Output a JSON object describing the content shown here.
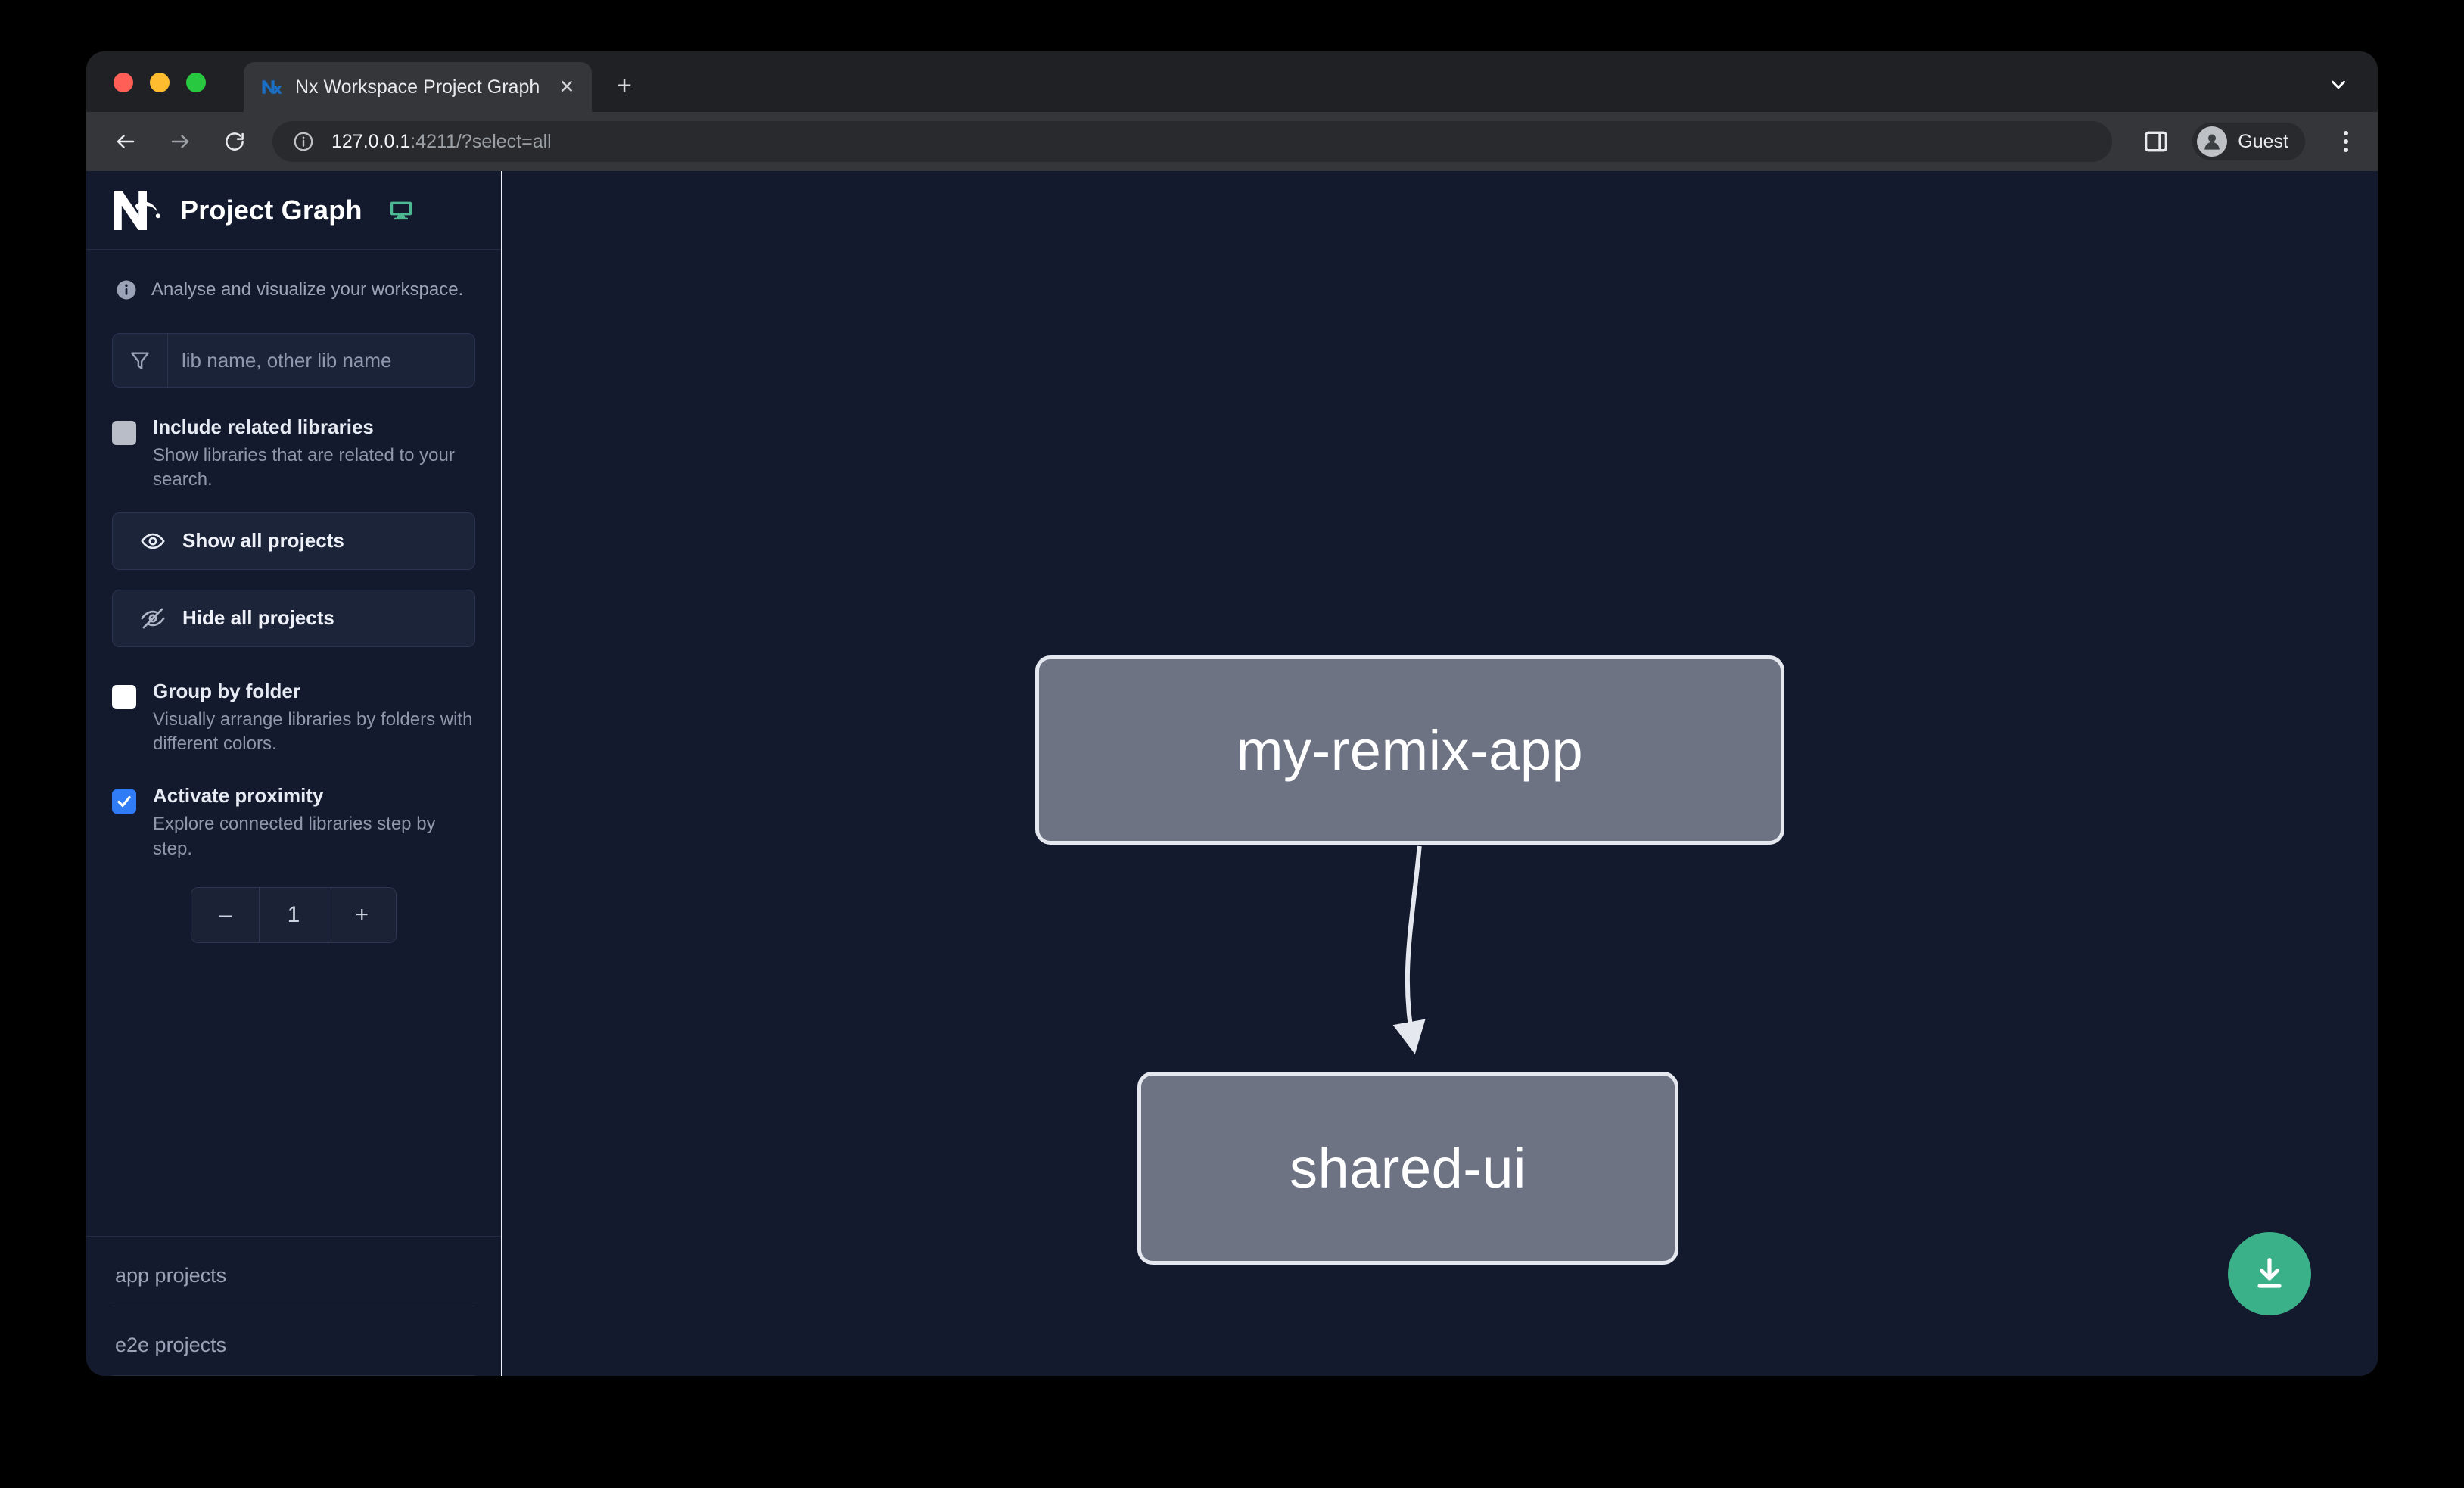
{
  "browser": {
    "tab": {
      "title": "Nx Workspace Project Graph",
      "favicon": "nx-logo-icon",
      "close_label": "✕"
    },
    "new_tab_label": "+",
    "toolbar": {
      "back_icon": "arrow-left-icon",
      "forward_icon": "arrow-right-icon",
      "reload_icon": "reload-icon",
      "site_info_icon": "info-circle-icon",
      "url_host": "127.0.0.1",
      "url_rest": ":4211/?select=all",
      "side_panel_icon": "side-panel-icon",
      "profile_label": "Guest",
      "menu_icon": "three-dots-vertical-icon"
    },
    "tab_search_icon": "chevron-down-icon"
  },
  "sidebar": {
    "logo": "nx-logo-icon",
    "title": "Project Graph",
    "display_mode_icon": "monitor-icon",
    "tagline": {
      "icon": "info-icon",
      "text": "Analyse and visualize your workspace."
    },
    "filter": {
      "icon": "funnel-icon",
      "placeholder": "lib name, other lib name",
      "value": ""
    },
    "options": [
      {
        "id": "include-related-libraries",
        "label": "Include related libraries",
        "description": "Show libraries that are related to your search.",
        "checked": false,
        "checkbox_style": "grey"
      },
      {
        "id": "group-by-folder",
        "label": "Group by folder",
        "description": "Visually arrange libraries by folders with different colors.",
        "checked": false,
        "checkbox_style": "white"
      },
      {
        "id": "activate-proximity",
        "label": "Activate proximity",
        "description": "Explore connected libraries step by step.",
        "checked": true,
        "checkbox_style": "blue"
      }
    ],
    "buttons": [
      {
        "id": "show-all-projects",
        "label": "Show all projects",
        "icon": "eye-icon"
      },
      {
        "id": "hide-all-projects",
        "label": "Hide all projects",
        "icon": "eye-off-icon"
      }
    ],
    "stepper": {
      "decrement_label": "–",
      "value": "1",
      "increment_label": "+"
    },
    "sections": [
      {
        "id": "app-projects",
        "label": "app projects"
      },
      {
        "id": "e2e-projects",
        "label": "e2e projects"
      }
    ]
  },
  "graph": {
    "nodes": [
      {
        "id": "my-remix-app",
        "label": "my-remix-app"
      },
      {
        "id": "shared-ui",
        "label": "shared-ui"
      }
    ],
    "edges": [
      {
        "from": "my-remix-app",
        "to": "shared-ui"
      }
    ],
    "download_button": {
      "icon": "download-icon",
      "label": ""
    }
  },
  "colors": {
    "accent_green": "#3bb189",
    "checkbox_blue": "#2f7cf6",
    "node_fill": "#6e7384",
    "node_border": "#e6e8f0",
    "canvas_bg": "#141a2e",
    "sidebar_bg": "#141a2e"
  }
}
